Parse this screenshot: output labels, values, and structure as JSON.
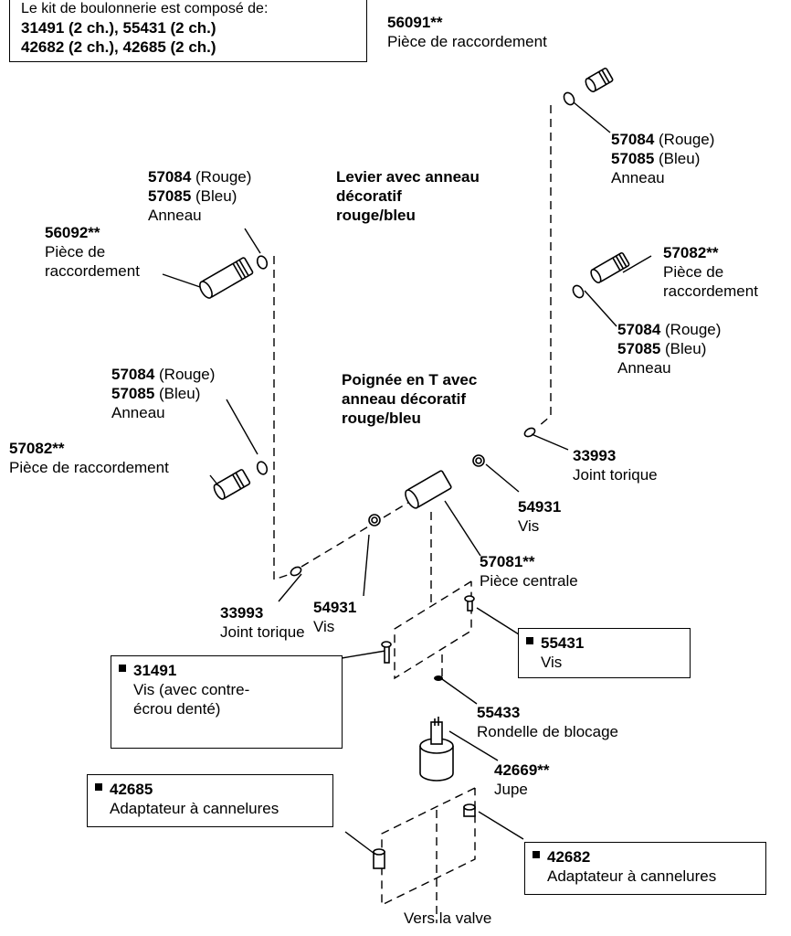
{
  "kit_box": {
    "line0": "Le kit de boulonnerie est composé de:",
    "line1": "31491 (2 ch.), 55431 (2 ch.)",
    "line2": "42682 (2 ch.), 42685 (2 ch.)"
  },
  "headings": {
    "lever": [
      "Levier avec anneau",
      "décoratif",
      "rouge/bleu"
    ],
    "t_handle": [
      "Poignée en T avec",
      "anneau décoratif",
      "rouge/bleu"
    ]
  },
  "labels": {
    "p56091": {
      "num": "56091**",
      "desc": "Pièce de raccordement"
    },
    "ring_tr": {
      "num1": "57084",
      "c1": " (Rouge)",
      "num2": "57085",
      "c2": " (Bleu)",
      "desc": "Anneau"
    },
    "p57082_r": {
      "num": "57082**",
      "desc1": "Pièce de",
      "desc2": "raccordement"
    },
    "ring_mr": {
      "num1": "57084",
      "c1": " (Rouge)",
      "num2": "57085",
      "c2": " (Bleu)",
      "desc": "Anneau"
    },
    "ring_tl": {
      "num1": "57084",
      "c1": " (Rouge)",
      "num2": "57085",
      "c2": " (Bleu)",
      "desc": "Anneau"
    },
    "p56092": {
      "num": "56092**",
      "desc1": "Pièce de",
      "desc2": "raccordement"
    },
    "ring_ml": {
      "num1": "57084",
      "c1": " (Rouge)",
      "num2": "57085",
      "c2": " (Bleu)",
      "desc": "Anneau"
    },
    "p57082_l": {
      "num": "57082**",
      "desc": "Pièce de raccordement"
    },
    "p33993_r": {
      "num": "33993",
      "desc": "Joint torique"
    },
    "p54931_r": {
      "num": "54931",
      "desc": "Vis"
    },
    "p57081": {
      "num": "57081**",
      "desc": "Pièce centrale"
    },
    "p54931_l": {
      "num": "54931",
      "desc": "Vis"
    },
    "p33993_l": {
      "num": "33993",
      "desc": "Joint torique"
    },
    "p55433": {
      "num": "55433",
      "desc": "Rondelle de blocage"
    },
    "p42669": {
      "num": "42669**",
      "desc": "Jupe"
    },
    "valve": "Vers la valve"
  },
  "boxes": {
    "b55431": {
      "num": "55431",
      "desc": "Vis"
    },
    "b31491": {
      "num": "31491",
      "desc1": "Vis (avec contre-",
      "desc2": "écrou denté)"
    },
    "b42685": {
      "num": "42685",
      "desc": "Adaptateur à cannelures"
    },
    "b42682": {
      "num": "42682",
      "desc": "Adaptateur à cannelures"
    }
  }
}
